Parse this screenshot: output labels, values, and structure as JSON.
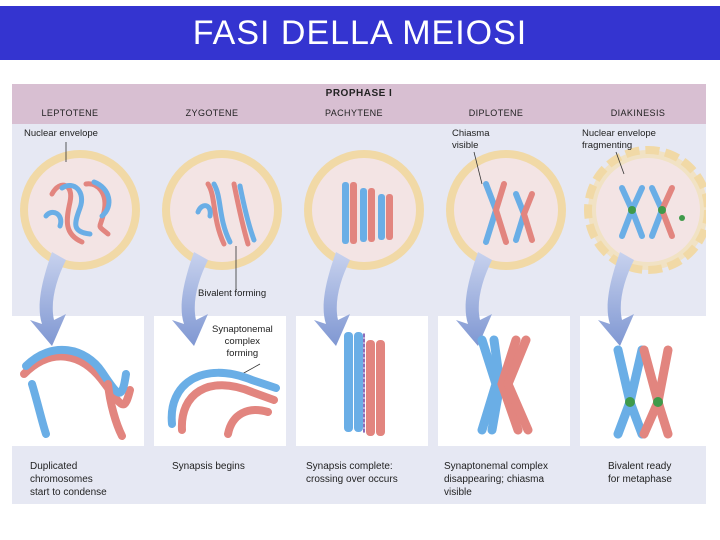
{
  "title": "FASI DELLA MEIOSI",
  "phase_label": "PROPHASE I",
  "stages": [
    {
      "name": "LEPTOTENE",
      "caption": [
        "Duplicated",
        "chromosomes",
        "start to condense"
      ]
    },
    {
      "name": "ZYGOTENE",
      "caption": [
        "Synapsis begins"
      ]
    },
    {
      "name": "PACHYTENE",
      "caption": [
        "Synapsis complete:",
        "crossing over occurs"
      ]
    },
    {
      "name": "DIPLOTENE",
      "caption": [
        "Synaptonemal complex",
        "disappearing; chiasma",
        "visible"
      ]
    },
    {
      "name": "DIAKINESIS",
      "caption": [
        "Bivalent ready",
        "for metaphase"
      ]
    }
  ],
  "annotations": {
    "nuclear_envelope": "Nuclear envelope",
    "chiasma_visible": [
      "Chiasma",
      "visible"
    ],
    "nuclear_envelope_fragmenting": [
      "Nuclear envelope",
      "fragmenting"
    ],
    "bivalent_forming": "Bivalent forming",
    "synaptonemal_complex_forming": [
      "Synaptonemal",
      "complex",
      "forming"
    ]
  },
  "colors": {
    "title_bar": "#3434d0",
    "header_band": "#d8bfd2",
    "background": "#e6e8f3",
    "nucleus_ring": "#f1d9a6",
    "nucleus_fill": "#f3e4e4",
    "chromosome_blue": "#6aaee6",
    "chromosome_red": "#e2857f",
    "chiasma_green": "#3f9a4a",
    "arrow": "#8fa6d8"
  }
}
